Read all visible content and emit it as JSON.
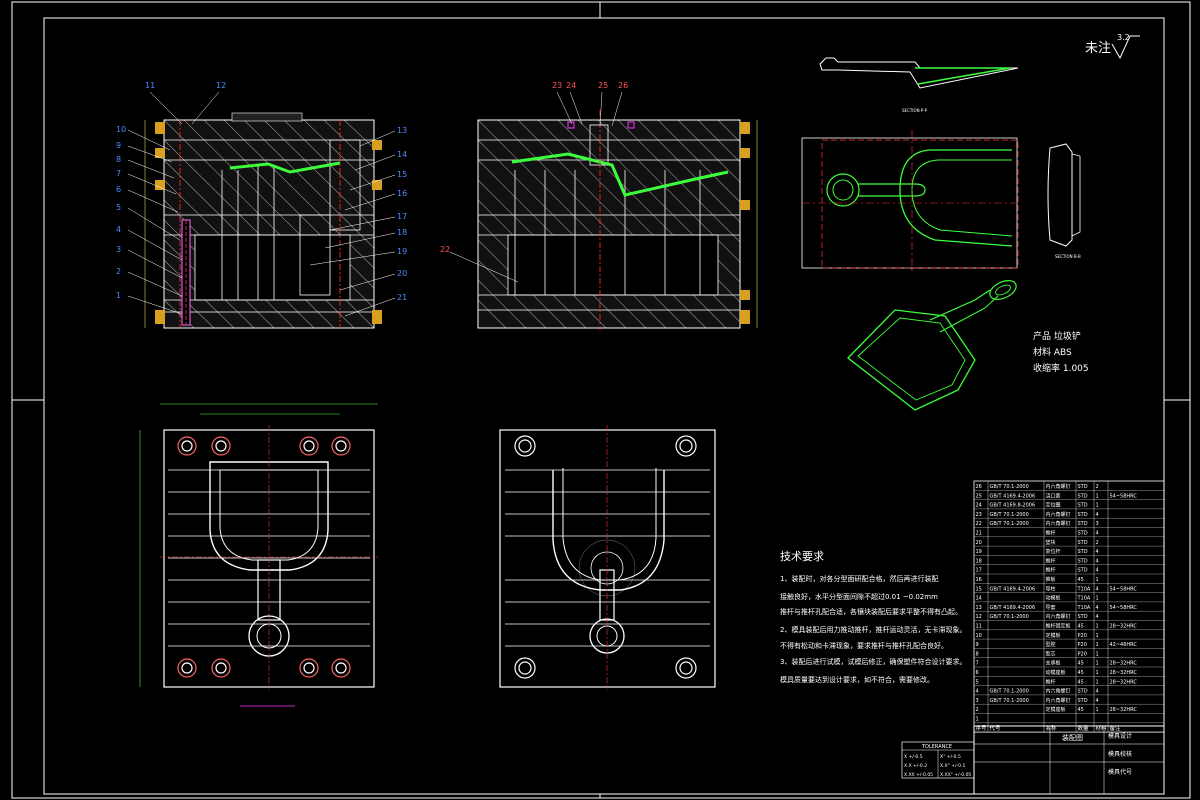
{
  "title_block": {
    "surface_note": "未注",
    "roughness_value": "3.2",
    "part_info": {
      "product": "产品  垃圾铲",
      "material": "材料  ABS",
      "shrinkage": "收缩率  1.005"
    },
    "drawing_name": "装配图",
    "designer_row": "模具设计",
    "check_row": "模具校核",
    "code_row": "模具代号"
  },
  "tolerance_table": {
    "header": "TOLERANCE",
    "rows": [
      [
        "X  +/-0.5",
        "X°  +/-0.5"
      ],
      [
        "X.X  +/-0.2",
        "X.X°  +/-0.1"
      ],
      [
        "X.XX  +/-0.05",
        "X.XX°  +/-0.05"
      ]
    ]
  },
  "tech_requirements": {
    "heading": "技术要求",
    "lines": [
      "1、装配时，对各分型面研配合格，然后再进行装配",
      "接触良好，水平分型面间隙不超过0.01 ~0.02mm",
      "推杆与推杆孔配合适，各镶块装配后要求平整不得有凸起。",
      "2、模具装配后用力推动推杆，推杆运动灵活，无卡滞现象。",
      "不得有松动和卡滞现象，要求推杆与推杆孔配合良好。",
      "3、装配后进行试模，试模后修正，确保塑件符合设计要求。",
      "模具质量要达到设计要求，如不符合，需要修改。"
    ]
  },
  "bom": {
    "columns": [
      "序号",
      "代号",
      "名称",
      "数量",
      "材料",
      "备注"
    ],
    "rows": [
      [
        "26",
        "GB/T 70.1-2000",
        "内六角螺钉",
        "STD",
        "2",
        ""
      ],
      [
        "25",
        "GB/T 4169.4-2006",
        "浇口套",
        "STD",
        "1",
        "54~58HRC"
      ],
      [
        "24",
        "GB/T 4169.8-2006",
        "定位圈",
        "STD",
        "1",
        ""
      ],
      [
        "23",
        "GB/T 70.1-2000",
        "内六角螺钉",
        "STD",
        "4",
        ""
      ],
      [
        "22",
        "GB/T 70.1-2000",
        "内六角螺钉",
        "STD",
        "3",
        ""
      ],
      [
        "21",
        "",
        "推杆",
        "STD",
        "4",
        ""
      ],
      [
        "20",
        "",
        "垫块",
        "STD",
        "2",
        ""
      ],
      [
        "19",
        "",
        "复位杆",
        "STD",
        "4",
        ""
      ],
      [
        "18",
        "",
        "推杆",
        "STD",
        "4",
        ""
      ],
      [
        "17",
        "",
        "推杆",
        "STD",
        "4",
        ""
      ],
      [
        "16",
        "",
        "推板",
        "45",
        "1",
        ""
      ],
      [
        "15",
        "GB/T 4169.4-2006",
        "导柱",
        "T10A",
        "4",
        "54~58HRC"
      ],
      [
        "14",
        "",
        "动模板",
        "T10A",
        "1",
        ""
      ],
      [
        "13",
        "GB/T 4169.4-2006",
        "导套",
        "T10A",
        "4",
        "54~58HRC"
      ],
      [
        "12",
        "GB/T 70.1-2000",
        "内六角螺钉",
        "STD",
        "4",
        ""
      ],
      [
        "11",
        "",
        "推杆固定板",
        "45",
        "1",
        "28~32HRC"
      ],
      [
        "10",
        "",
        "定模板",
        "P20",
        "1",
        ""
      ],
      [
        "9",
        "",
        "型腔",
        "P20",
        "1",
        "42~46HRC"
      ],
      [
        "8",
        "",
        "型芯",
        "P20",
        "1",
        ""
      ],
      [
        "7",
        "",
        "支承板",
        "45",
        "1",
        "28~32HRC"
      ],
      [
        "6",
        "",
        "动模座板",
        "45",
        "1",
        "28~32HRC"
      ],
      [
        "5",
        "",
        "推杆",
        "45",
        "1",
        "28~32HRC"
      ],
      [
        "4",
        "GB/T 70.1-2000",
        "内六角螺钉",
        "STD",
        "4",
        ""
      ],
      [
        "3",
        "GB/T 70.1-2000",
        "内六角螺钉",
        "STD",
        "4",
        ""
      ],
      [
        "2",
        "",
        "定模座板",
        "45",
        "1",
        "28~32HRC"
      ],
      [
        "1",
        "",
        "",
        "",
        "",
        ""
      ]
    ]
  },
  "callouts": {
    "left_view_left": [
      "11",
      "10",
      "9",
      "8",
      "7",
      "6",
      "5",
      "4",
      "3",
      "2",
      "1"
    ],
    "left_view_top": [
      "12"
    ],
    "left_view_right": [
      "13",
      "14",
      "15",
      "16",
      "17",
      "18",
      "19",
      "20",
      "21"
    ],
    "right_view_top": [
      "23",
      "24",
      "25",
      "26"
    ],
    "right_view_left": [
      "22"
    ]
  },
  "section_labels": {
    "section_a": "SECTION  P-P",
    "section_b": "SECTION  B-B"
  }
}
